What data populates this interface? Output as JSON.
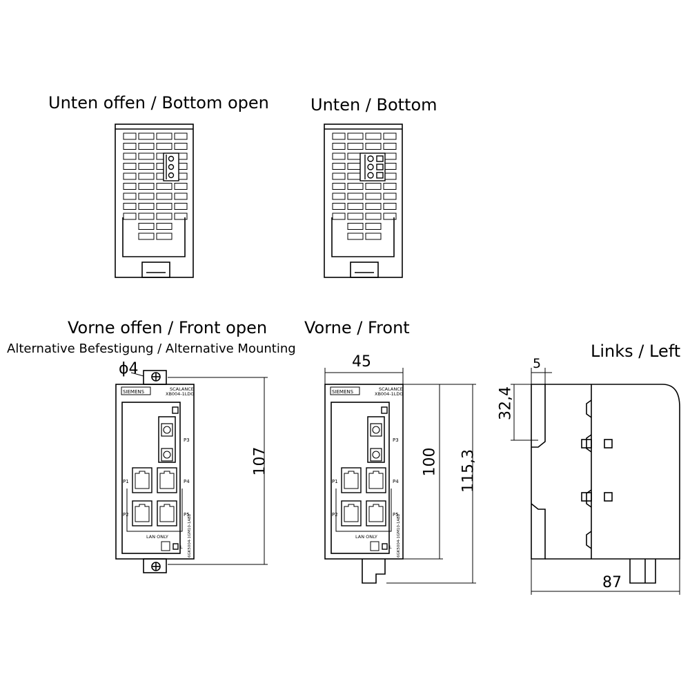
{
  "titles": {
    "bottom_open": "Unten offen / Bottom open",
    "bottom": "Unten / Bottom",
    "front_open": "Vorne offen / Front open",
    "alt_mounting": "Alternative Befestigung / Alternative Mounting",
    "front": "Vorne  / Front",
    "left": "Links / Left"
  },
  "dimensions": {
    "hole": "ϕ4",
    "height_107": "107",
    "width_45": "45",
    "height_100": "100",
    "height_115": "115,3",
    "offset_5": "5",
    "offset_32": "32,4",
    "depth_87": "87"
  },
  "device": {
    "brand": "SIEMENS",
    "series": "SCALANCE",
    "model": "XB004-1LDG",
    "ports": [
      "P1",
      "P2",
      "P3",
      "P4",
      "P5"
    ],
    "lan_only": "LAN ONLY",
    "led": "L",
    "article": "6GK5004-1GM10-1AB2"
  }
}
